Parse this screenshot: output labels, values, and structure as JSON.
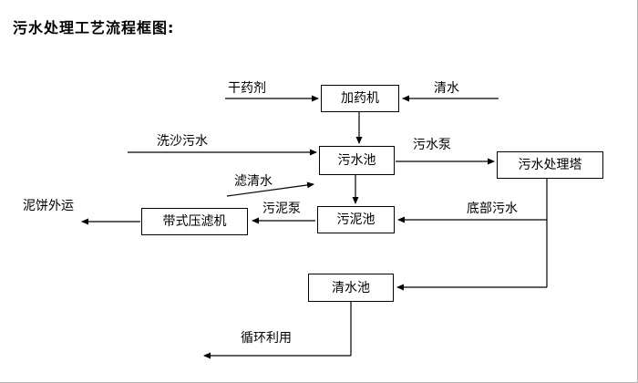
{
  "title": "污水处理工艺流程框图:",
  "nodes": {
    "dosing_machine": "加药机",
    "sewage_pool": "污水池",
    "treatment_tower": "污水处理塔",
    "sludge_pool": "污泥池",
    "belt_filter_press": "带式压滤机",
    "clear_water_pool": "清水池"
  },
  "labels": {
    "dry_chemical": "干药剂",
    "clean_water": "清水",
    "sand_wash_sewage": "洗沙污水",
    "sewage_pump": "污水泵",
    "filtered_water": "滤清水",
    "sludge_pump": "污泥泵",
    "bottom_sewage": "底部污水",
    "sludge_cake_out": "泥饼外运",
    "recycling": "循环利用"
  }
}
